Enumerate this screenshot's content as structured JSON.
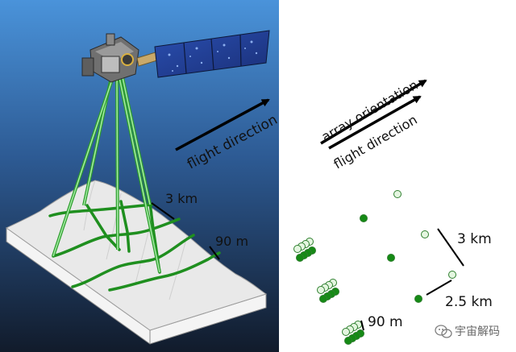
{
  "left_panel": {
    "flight_direction_label": "flight direction",
    "swath_width_label": "3 km",
    "footprint_label": "90 m"
  },
  "right_panel": {
    "array_orientation_label": "array orientation",
    "flight_direction_label": "flight direction",
    "across_track_spacing_label": "3 km",
    "along_track_spacing_label": "2.5 km",
    "footprint_label": "90 m"
  },
  "watermark": {
    "text": "宇宙解码",
    "icon": "wechat-icon"
  },
  "colors": {
    "sky_top": "#3f8fd6",
    "sky_bottom": "#15243a",
    "beam_green": "#2e9e2e",
    "beam_light": "#8fe08f",
    "footprint_dark": "#1f7f1f",
    "footprint_light": "#e4f6e0",
    "terrain": "#e7e7e7"
  }
}
